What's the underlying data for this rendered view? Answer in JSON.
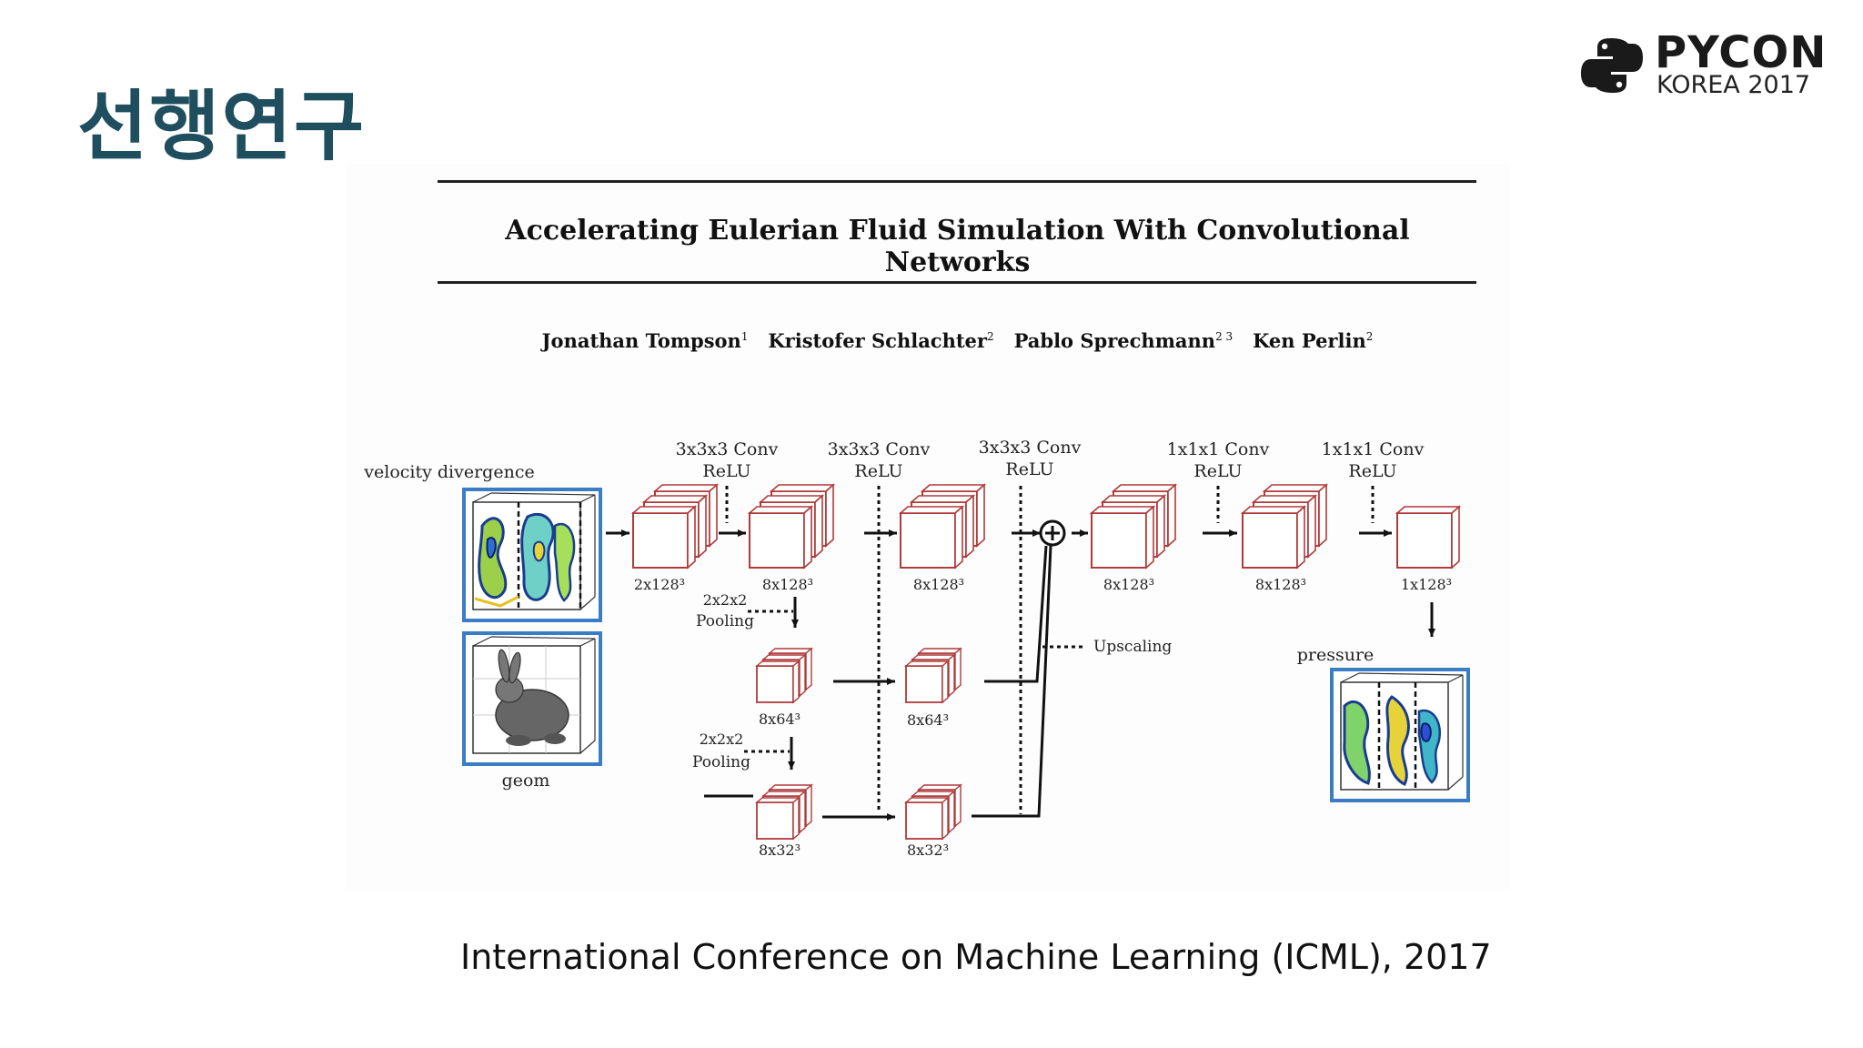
{
  "slide": {
    "title": "선행연구",
    "footer": "International Conference on Machine Learning (ICML), 2017"
  },
  "logo": {
    "line1": "PYCON",
    "line2": "KOREA 2017",
    "icon": "python-logo-icon"
  },
  "paper": {
    "title": "Accelerating Eulerian Fluid Simulation With Convolutional Networks",
    "authors": [
      {
        "name": "Jonathan Tompson",
        "aff": "1"
      },
      {
        "name": "Kristofer Schlachter",
        "aff": "2"
      },
      {
        "name": "Pablo Sprechmann",
        "aff": "2 3"
      },
      {
        "name": "Ken Perlin",
        "aff": "2"
      }
    ]
  },
  "diagram": {
    "inputs": {
      "velocity": "velocity divergence",
      "geom": "geom",
      "output": "pressure"
    },
    "conv_labels": [
      {
        "kernel": "3x3x3 Conv",
        "act": "ReLU"
      },
      {
        "kernel": "3x3x3 Conv",
        "act": "ReLU"
      },
      {
        "kernel": "3x3x3 Conv",
        "act": "ReLU"
      },
      {
        "kernel": "1x1x1 Conv",
        "act": "ReLU"
      },
      {
        "kernel": "1x1x1 Conv",
        "act": "ReLU"
      }
    ],
    "sizes": {
      "main": [
        "2x128³",
        "8x128³",
        "8x128³",
        "8x128³",
        "8x128³",
        "1x128³"
      ],
      "mid": [
        "8x64³",
        "8x64³"
      ],
      "low": [
        "8x32³",
        "8x32³"
      ]
    },
    "pool1": {
      "a": "2x2x2",
      "b": "Pooling"
    },
    "pool2": {
      "a": "2x2x2",
      "b": "Pooling"
    },
    "upscaling": "Upscaling",
    "colors": {
      "block_stroke": "#b03a3a",
      "frame": "#3b7dc4",
      "accent": "#1f4e5f"
    }
  }
}
